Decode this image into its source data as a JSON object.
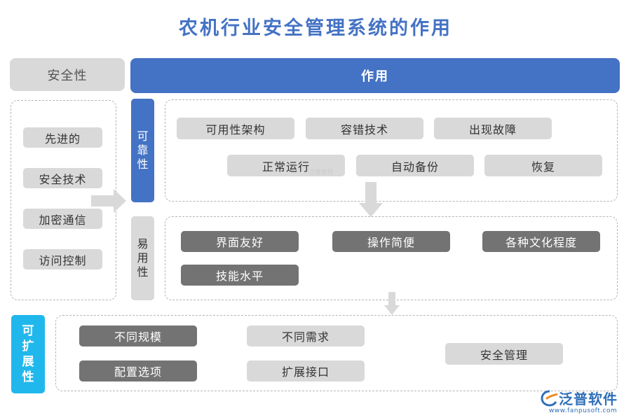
{
  "title": "农机行业安全管理系统的作用",
  "header": {
    "left": "安全性",
    "right": "作用"
  },
  "security_items": [
    "先进的",
    "安全技术",
    "加密通信",
    "访问控制"
  ],
  "reliability": {
    "label": "可靠性",
    "row1": [
      "可用性架构",
      "容错技术",
      "出现故障"
    ],
    "row2": [
      "正常运行",
      "自动备份",
      "恢复"
    ]
  },
  "usability": {
    "label": "易用性",
    "items": [
      "界面友好",
      "操作简便",
      "各种文化程度",
      "技能水平"
    ]
  },
  "scalability": {
    "label": "可扩展性",
    "col1": [
      "不同规模",
      "配置选项"
    ],
    "col2": [
      "不同需求",
      "扩展接口"
    ],
    "col3": "安全管理"
  },
  "watermark": "泛普软件",
  "logo": {
    "text": "泛普软件",
    "url": "www.fanpusoft.com",
    "icon": "fanpu-logo-icon"
  },
  "colors": {
    "primary_blue": "#4472c4",
    "cyan": "#20b8ec",
    "dark_gray": "#737373",
    "light_gray": "#d9d9d9"
  }
}
